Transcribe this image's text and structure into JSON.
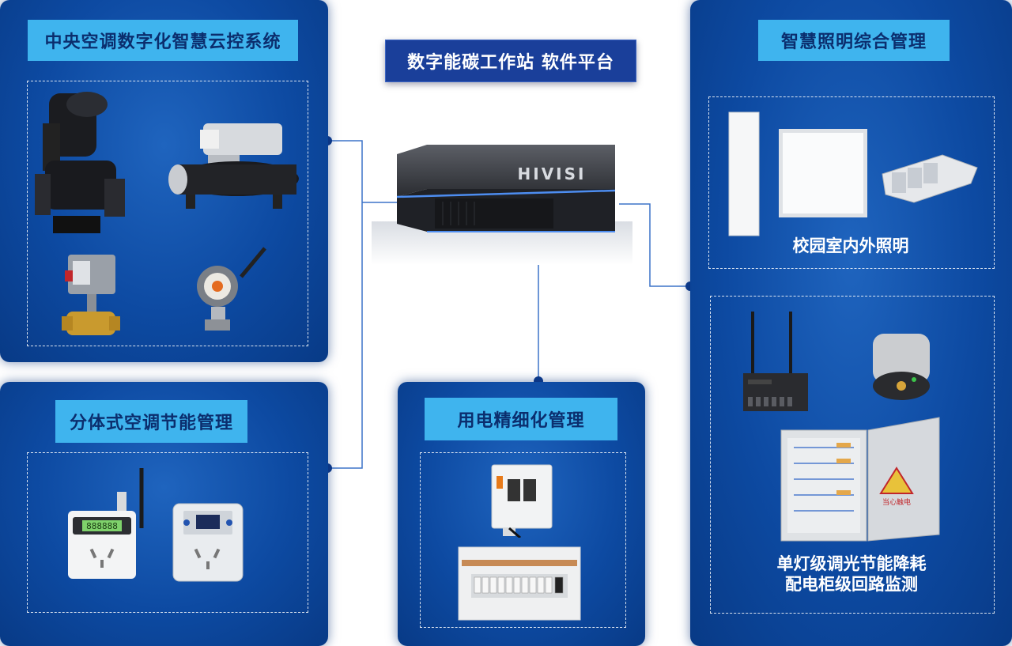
{
  "platform": {
    "title": "数字能碳工作站 软件平台",
    "brand": "HIVISI"
  },
  "panels": {
    "hvac": {
      "title": "中央空调数字化智慧云控系统"
    },
    "split_ac": {
      "title": "分体式空调节能管理"
    },
    "electric": {
      "title": "用电精细化管理"
    },
    "lighting": {
      "title": "智慧照明综合管理",
      "indoor_caption": "校园室内外照明",
      "control_caption_1": "单灯级调光节能降耗",
      "control_caption_2": "配电柜级回路监测"
    }
  },
  "devices": {
    "meter_display": "888888",
    "warning_label": "当心触电"
  },
  "colors": {
    "panel": "#0d4aa2",
    "title_bg": "#3fb4ee",
    "title_text": "#0b2e6e",
    "connector": "#3d74c8"
  }
}
